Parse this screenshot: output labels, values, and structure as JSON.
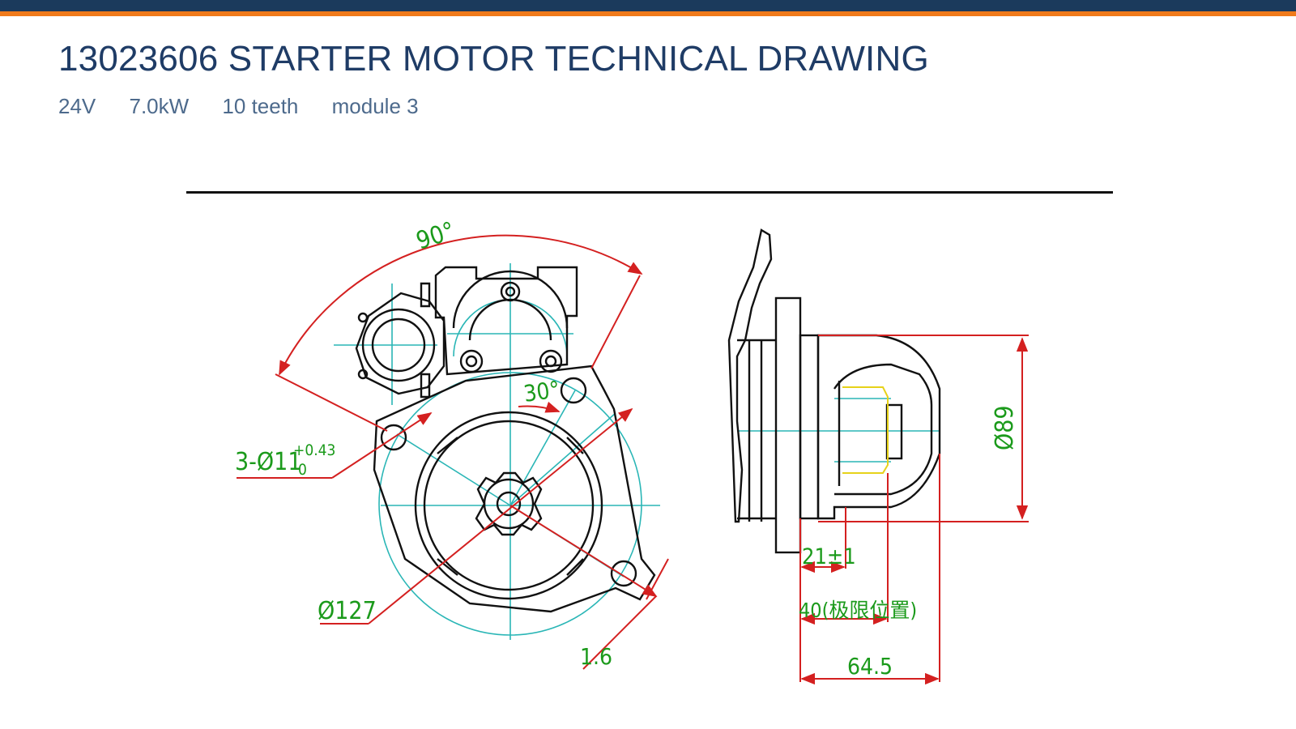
{
  "header": {
    "title": "13023606 STARTER MOTOR TECHNICAL DRAWING",
    "specs": [
      "24V",
      "7.0kW",
      "10 teeth",
      "module 3"
    ]
  },
  "drawing": {
    "front_view": {
      "angle_top": "90°",
      "angle_inner": "30°",
      "holes": "3-Ø11",
      "hole_tol_upper": "+0.43",
      "hole_tol_lower": "0",
      "pilot_diameter": "Ø127",
      "offset": "1.6"
    },
    "side_view": {
      "diameter": "Ø89",
      "dim_21": "21±1",
      "dim_40": "40(极限位置)",
      "dim_645": "64.5"
    }
  },
  "colors": {
    "header_bar": "#1b3a5c",
    "accent_stripe": "#f07a1a",
    "title": "#1f3c66",
    "dimension_text": "#1b9a1b",
    "dimension_line": "#d42020",
    "center_line": "#2ab6b6",
    "outline": "#111111",
    "gear_outline": "#e6d21a"
  }
}
